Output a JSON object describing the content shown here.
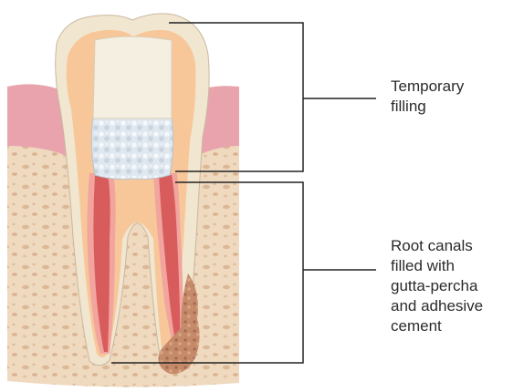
{
  "labels": {
    "temporary_filling": [
      "Temporary",
      "filling"
    ],
    "root_canals": [
      "Root canals",
      "filled with",
      "gutta-percha",
      "and adhesive",
      "cement"
    ]
  },
  "colors": {
    "bone": "#efd9bf",
    "bone_pores": "#d6b08c",
    "gum": "#e9a3ad",
    "enamel": "#f1e6cf",
    "dentin": "#f7c79a",
    "pulp_fill": "#d85c5c",
    "canal_lining": "#f1a59e",
    "temporary_filling": "#dfe7ef",
    "crown_cavity": "#f5efe2",
    "cement_blob": "#c48a6a",
    "leader_lines": "#222222"
  }
}
